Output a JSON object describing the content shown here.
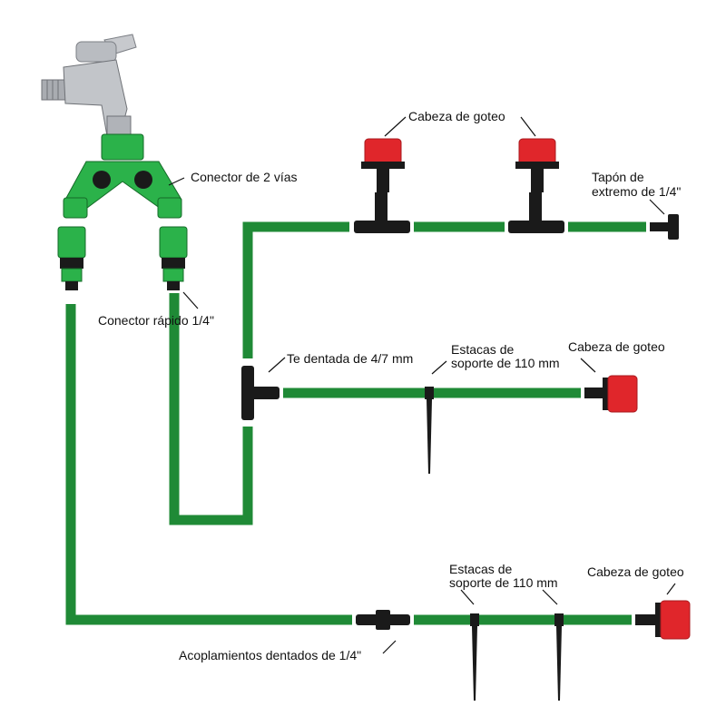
{
  "labels": {
    "connector_2way": "Conector de 2 vías",
    "quick_connector": "Conector rápido 1/4\"",
    "drip_head_top": "Cabeza de goteo",
    "end_cap_line1": "Tapón de",
    "end_cap_line2": "extremo de 1/4\"",
    "tee": "Te dentada de 4/7 mm",
    "stakes_mid_line1": "Estacas de",
    "stakes_mid_line2": "soporte de 110 mm",
    "drip_head_mid": "Cabeza de goteo",
    "stakes_bottom_line1": "Estacas de",
    "stakes_bottom_line2": "soporte de 110 mm",
    "drip_head_bottom": "Cabeza de goteo",
    "coupling": "Acoplamientos dentados de 1/4\""
  },
  "colors": {
    "tube": "#1f8a36",
    "tube_dark": "#156b28",
    "fitting": "#1a1a1a",
    "drip_red": "#e0262b",
    "drip_red_dark": "#a81b1f",
    "faucet_metal": "#b9bcc1",
    "connector_green": "#2bb24a",
    "text": "#111111"
  }
}
